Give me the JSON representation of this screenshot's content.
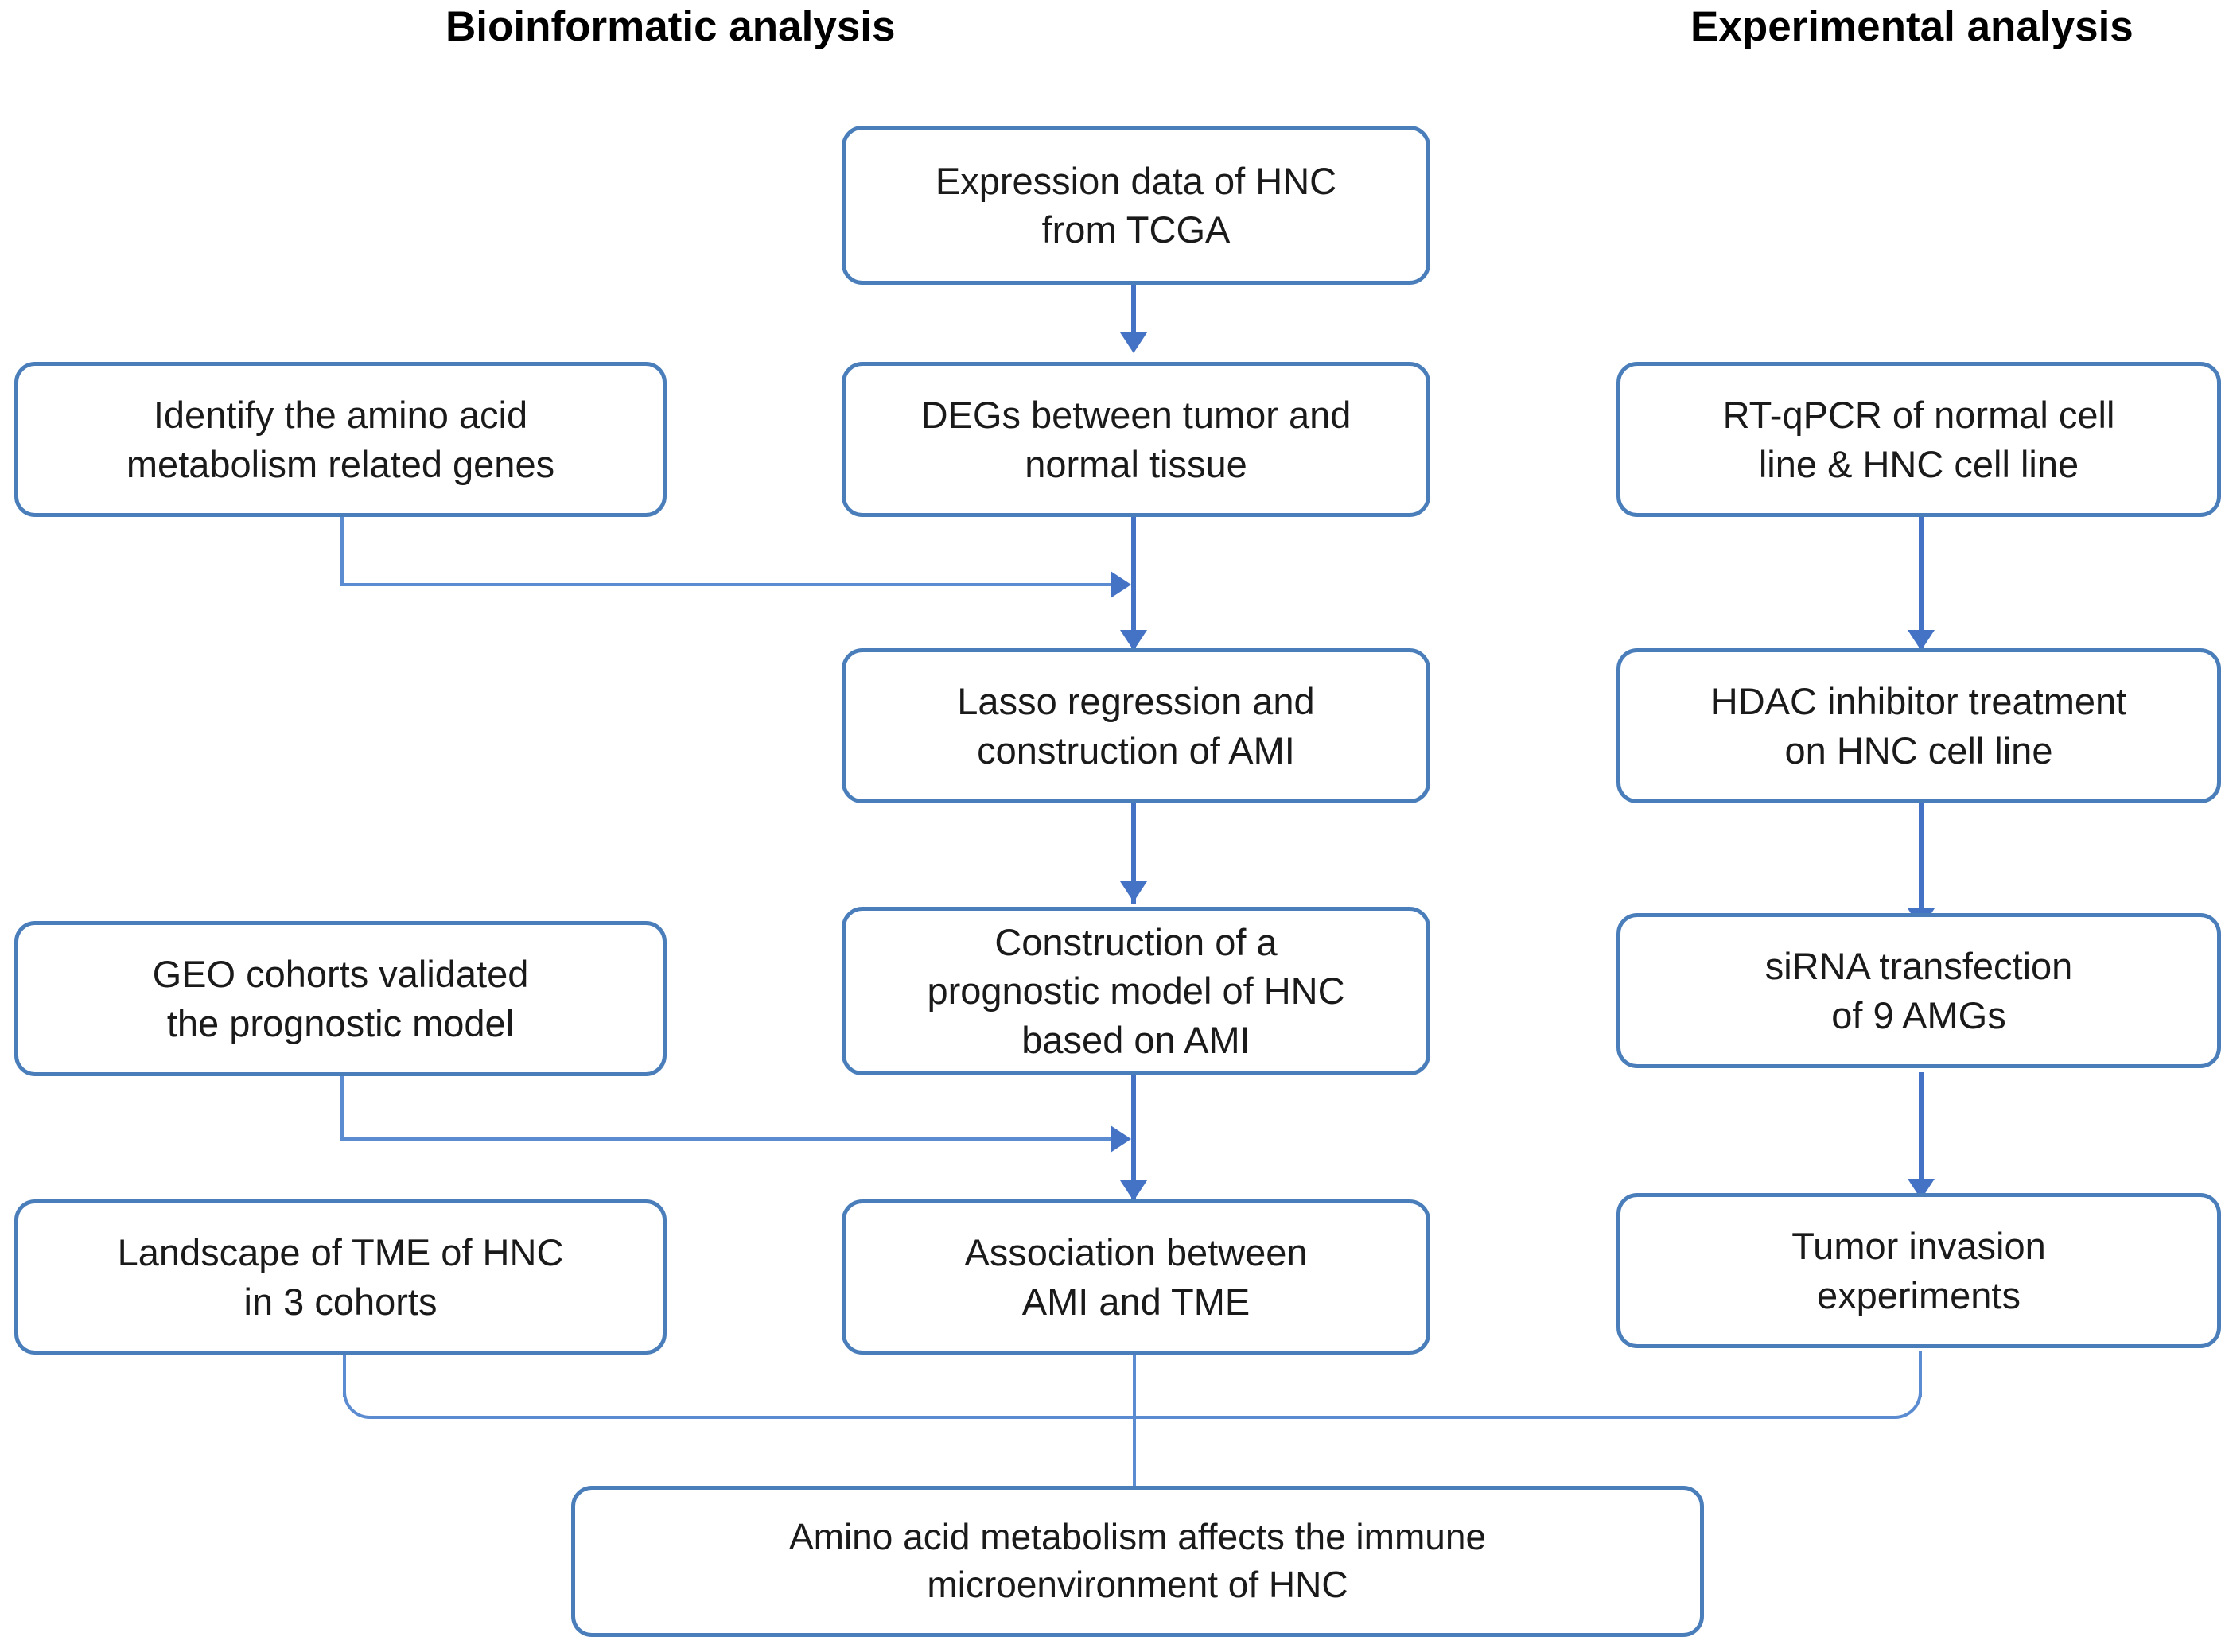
{
  "headers": {
    "left_column": "Bioinformatic analysis",
    "right_column": "Experimental analysis"
  },
  "colors": {
    "box_border": "#4a7ebb",
    "connector": "#4472c4",
    "connector_light": "#5b8bd0",
    "text": "#1a1a1a",
    "background": "#ffffff"
  },
  "nodes": {
    "expression_data": "Expression data of HNC\nfrom TCGA",
    "identify_amg": "Identify the amino acid\nmetabolism related genes",
    "degs": "DEGs between tumor and\nnormal tissue",
    "rt_qpcr": "RT-qPCR of normal cell\nline & HNC cell line",
    "lasso": "Lasso regression and\nconstruction of AMI",
    "hdac": "HDAC inhibitor treatment\non HNC cell line",
    "geo_cohorts": "GEO cohorts validated\nthe prognostic model",
    "prognostic_model": "Construction of a\nprognostic model of HNC\nbased on AMI",
    "sirna": "siRNA transfection\nof 9 AMGs",
    "tme_landscape": "Landscape of TME of HNC\nin 3 cohorts",
    "association": "Association between\nAMI and TME",
    "tumor_invasion": "Tumor invasion\nexperiments",
    "conclusion": "Amino acid metabolism affects the immune\nmicroenvironment of HNC"
  },
  "chart_data": {
    "type": "diagram",
    "title": "Study workflow: bioinformatic and experimental analysis of amino acid metabolism in HNC",
    "columns": [
      "Bioinformatic analysis",
      "Experimental analysis"
    ],
    "nodes": [
      {
        "id": "expression_data",
        "label": "Expression data of HNC from TCGA",
        "column": "center",
        "row": 1
      },
      {
        "id": "identify_amg",
        "label": "Identify the amino acid metabolism related genes",
        "column": "left",
        "row": 2
      },
      {
        "id": "degs",
        "label": "DEGs between tumor and normal tissue",
        "column": "center",
        "row": 2
      },
      {
        "id": "rt_qpcr",
        "label": "RT-qPCR of normal cell line & HNC cell line",
        "column": "right",
        "row": 2
      },
      {
        "id": "lasso",
        "label": "Lasso regression and construction of AMI",
        "column": "center",
        "row": 3
      },
      {
        "id": "hdac",
        "label": "HDAC inhibitor treatment on HNC cell line",
        "column": "right",
        "row": 3
      },
      {
        "id": "geo_cohorts",
        "label": "GEO cohorts validated the prognostic model",
        "column": "left",
        "row": 4
      },
      {
        "id": "prognostic_model",
        "label": "Construction of a prognostic model of HNC based on AMI",
        "column": "center",
        "row": 4
      },
      {
        "id": "sirna",
        "label": "siRNA transfection of 9 AMGs",
        "column": "right",
        "row": 4
      },
      {
        "id": "tme_landscape",
        "label": "Landscape of TME of HNC in 3 cohorts",
        "column": "left",
        "row": 5
      },
      {
        "id": "association",
        "label": "Association between AMI and TME",
        "column": "center",
        "row": 5
      },
      {
        "id": "tumor_invasion",
        "label": "Tumor invasion experiments",
        "column": "right",
        "row": 5
      },
      {
        "id": "conclusion",
        "label": "Amino acid metabolism affects the immune microenvironment of HNC",
        "column": "center",
        "row": 6
      }
    ],
    "edges": [
      {
        "from": "expression_data",
        "to": "degs",
        "style": "arrow-down"
      },
      {
        "from": "degs",
        "to": "lasso",
        "style": "arrow-down"
      },
      {
        "from": "identify_amg",
        "to": "lasso",
        "style": "elbow-arrow-right"
      },
      {
        "from": "lasso",
        "to": "prognostic_model",
        "style": "arrow-down"
      },
      {
        "from": "prognostic_model",
        "to": "association",
        "style": "arrow-down"
      },
      {
        "from": "geo_cohorts",
        "to": "association",
        "style": "elbow-arrow-right"
      },
      {
        "from": "rt_qpcr",
        "to": "hdac",
        "style": "arrow-down"
      },
      {
        "from": "hdac",
        "to": "sirna",
        "style": "arrow-down"
      },
      {
        "from": "sirna",
        "to": "tumor_invasion",
        "style": "arrow-down"
      },
      {
        "from": "tme_landscape",
        "to": "conclusion",
        "style": "merge-bus"
      },
      {
        "from": "association",
        "to": "conclusion",
        "style": "merge-bus"
      },
      {
        "from": "tumor_invasion",
        "to": "conclusion",
        "style": "merge-bus"
      }
    ]
  }
}
